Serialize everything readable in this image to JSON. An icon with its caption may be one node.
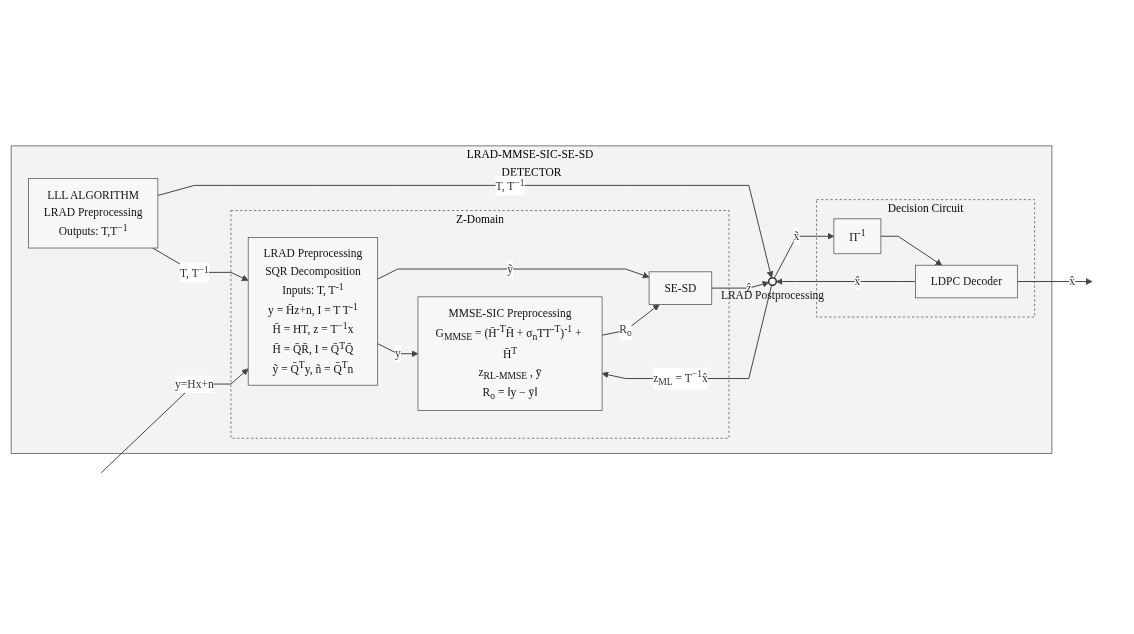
{
  "diagram": {
    "nodes": [
      {
        "text": [
          "LRAD-MMSE-SIC-SE-SD DETECTOR"
        ]
      },
      {
        "text": [
          "LLL ALGORITHM",
          "LRAD Preprocessing",
          "Outputs: T,T$^{−1}$"
        ],
        "in": 0
      },
      {
        "text": [
          "Z-Domain"
        ],
        "in": 0
      },
      {
        "text": [
          "LRAD Preprocessing",
          "SQR Decomposition",
          "Inputs: T, T$^{-1}$",
          "y = H̄z+n, I = T T$^{-1}$",
          "H̄ = HT, z = T$^{−1}$x",
          "H̄ = Q̄R̄, I = Q̄$^{T}$Q̄",
          "ỹ = Q̄$^{T}$y, ñ = Q̄$^{T}$n"
        ],
        "in": 2
      },
      {
        "text": [
          "MMSE-SIC Preprocessing",
          "G$_{MMSE}$ = (H̄$^{-T}$H̄ + σ$_{n}$TT$^{-T}$)$^{-1}$ + H̄$^{T}$",
          "z$_{RL-MMSE}$ , ȳ",
          "R$_{o}$ = ‖y − ȳ‖"
        ],
        "in": 2
      },
      {
        "text": [
          "SE-SD"
        ],
        "in": 2
      },
      {
        "text": [],
        "shape": "circle",
        "beside": [
          "LRAD Postprocessing"
        ],
        "in": 0
      },
      {
        "text": [
          "Decision Circuit"
        ],
        "in": 0
      },
      {
        "text": [
          "Π$^{-1}$"
        ],
        "in": 7
      },
      {
        "text": [
          "LDPC Decoder"
        ],
        "in": 7
      }
    ],
    "edges": [
      {
        "from": 1,
        "to": 3,
        "arrow": "to",
        "label": "T, T$^{−1}$"
      },
      {
        "from": 1,
        "to": 6,
        "arrow": "to",
        "label": "T, T$^{−1}$"
      },
      {
        "from": null,
        "to": 3,
        "arrow": "to",
        "label": "y=Hx+n"
      },
      {
        "from": 3,
        "to": 4,
        "arrow": "to",
        "label": "y"
      },
      {
        "from": 3,
        "to": 5,
        "arrow": "to",
        "label": "ỹ"
      },
      {
        "from": 4,
        "to": 5,
        "arrow": "to",
        "label": "R$_{o}$"
      },
      {
        "from": 5,
        "to": 6,
        "arrow": "to",
        "label": "ẑ"
      },
      {
        "from": 6,
        "to": 8,
        "arrow": "to",
        "label": "x̃"
      },
      {
        "from": 8,
        "to": 9,
        "arrow": "to"
      },
      {
        "from": 9,
        "to": 6,
        "arrow": "to",
        "label": "x̂"
      },
      {
        "from": 6,
        "to": 4,
        "arrow": "to",
        "label": "z$_{ML}$ = T$^{−1}$x̂"
      },
      {
        "from": 9,
        "to": null,
        "arrow": "to",
        "label": "x̂"
      }
    ]
  }
}
